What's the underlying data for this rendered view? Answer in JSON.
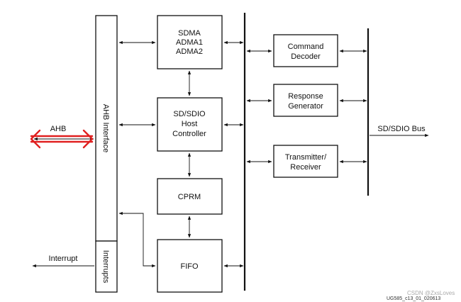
{
  "blocks": {
    "ahb_interface": "AHB Interface",
    "interrupts": "Interrupts",
    "dma": [
      "SDMA",
      "ADMA1",
      "ADMA2"
    ],
    "host_controller": [
      "SD/SDIO",
      "Host",
      "Controller"
    ],
    "cprm": "CPRM",
    "fifo": "FIFO",
    "command_decoder": [
      "Command",
      "Decoder"
    ],
    "response_generator": [
      "Response",
      "Generator"
    ],
    "transmitter_receiver": [
      "Transmitter/",
      "Receiver"
    ]
  },
  "signals": {
    "ahb": "AHB",
    "interrupt": "Interrupt",
    "sd_bus": "SD/SDIO Bus"
  },
  "figure_id": "UG585_c13_01_020613",
  "watermark": "CSDN @ZxsLoves",
  "colors": {
    "line": "#111111",
    "highlight": "#e02020"
  }
}
